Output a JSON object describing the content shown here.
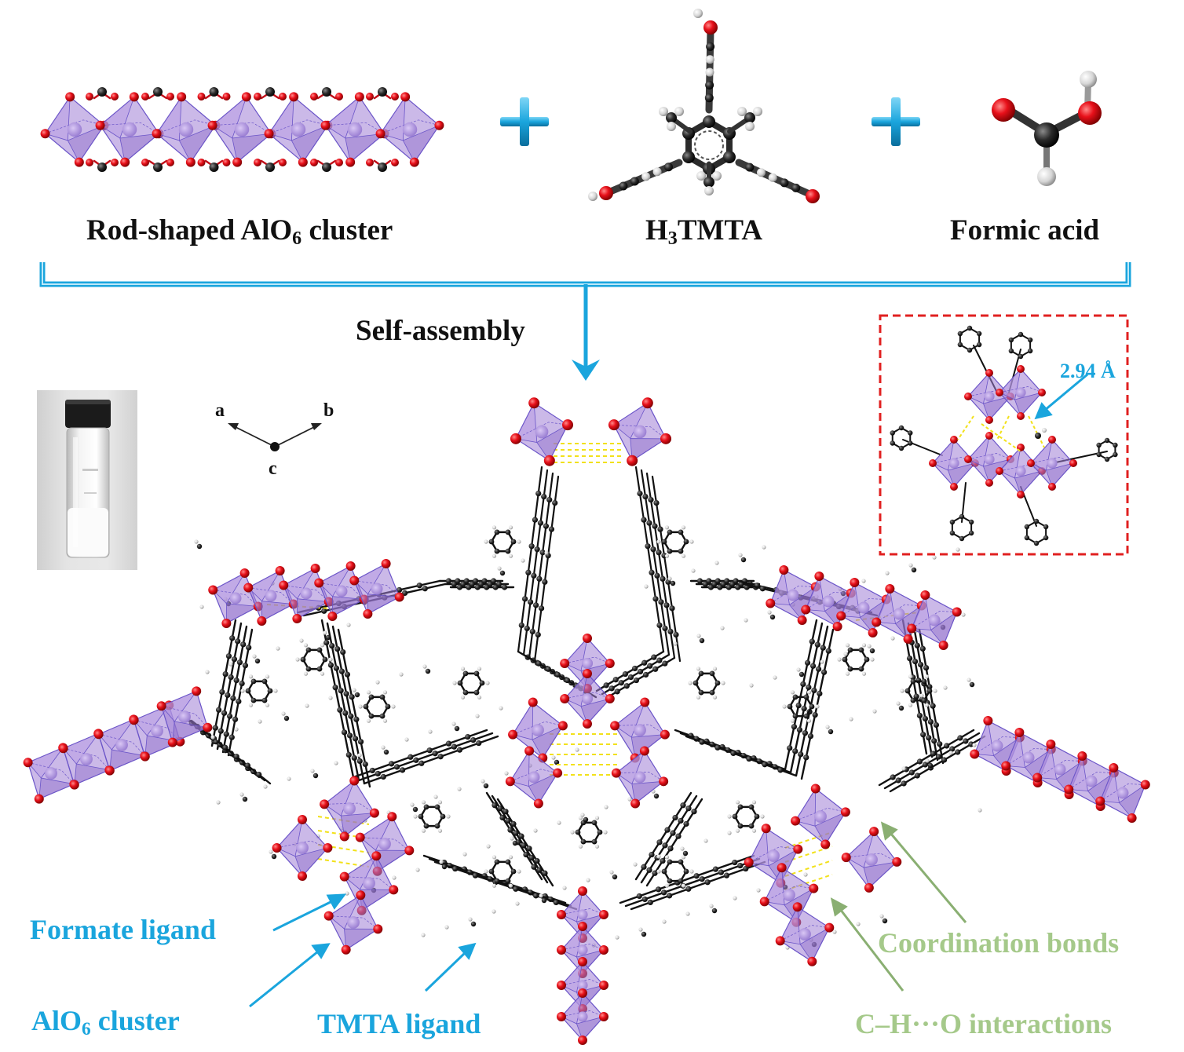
{
  "reactants": {
    "rod_label": "Rod-shaped AlO",
    "rod_sub": "6",
    "rod_suffix": " cluster",
    "ligand_prefix": "H",
    "ligand_sub": "3",
    "ligand_suffix": "TMTA",
    "acid_label": "Formic acid"
  },
  "process": {
    "label": "Self-assembly"
  },
  "axes": {
    "a": "a",
    "b": "b",
    "c": "c"
  },
  "inset": {
    "distance": "2.94 Å"
  },
  "legend": {
    "formate": "Formate ligand",
    "alo6_prefix": "AlO",
    "alo6_sub": "6",
    "alo6_suffix": " cluster",
    "tmta": "TMTA ligand",
    "coordination": "Coordination bonds",
    "ch_o": "C–H···O interactions"
  },
  "colors": {
    "polyhedron": "#a07fd6",
    "polyhedron_edge": "#6b55c8",
    "oxygen": "#e8101a",
    "carbon": "#111111",
    "hydrogen": "#e9dde9",
    "blue_label": "#1aa5dd",
    "green_label": "#a5c98a",
    "inset_border": "#e02020",
    "hbond": "#f2e11a"
  }
}
